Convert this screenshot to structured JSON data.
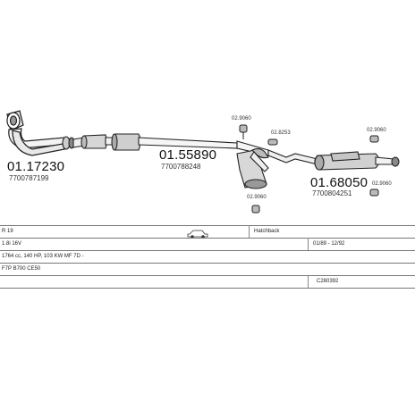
{
  "parts": {
    "p1": {
      "code": "01.17230",
      "oe": "7700787199"
    },
    "p2": {
      "code": "01.55890",
      "oe": "7700788248"
    },
    "p3": {
      "code": "01.68050",
      "oe": "7700804251"
    }
  },
  "hangers": {
    "h1": "02.9060",
    "h2": "02.8253",
    "h3": "02.9060",
    "h4": "02.9060",
    "h5": "02.9060"
  },
  "vehicle": {
    "model": "R 19",
    "body": "Hatchback",
    "engine": "1.8i 16V",
    "dates": "01/89 - 12/92",
    "spec": "1764 cc, 140 HP, 103 KW MF 7D -",
    "engine_code": "F7P B700 CE50",
    "catalog": "C280392"
  },
  "icons": {
    "car": "car-icon"
  }
}
